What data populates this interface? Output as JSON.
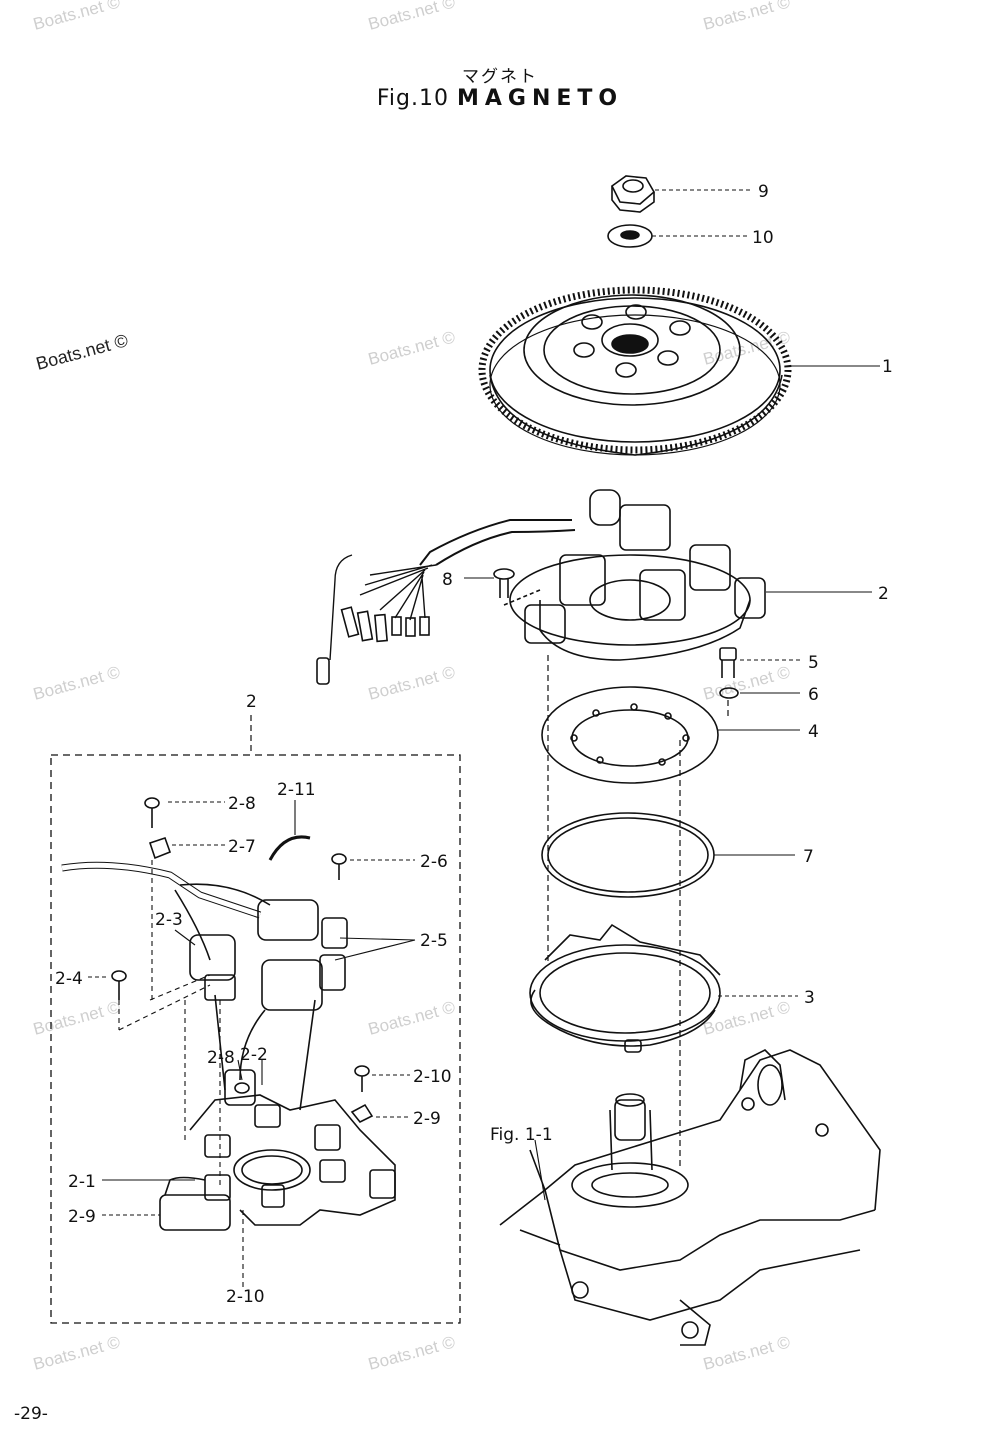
{
  "title_jp": "マグネト",
  "title_fig": "Fig.10",
  "title_name": "MAGNETO",
  "page_number": "-29-",
  "watermark": "Boats.net ©",
  "ref_fig": "Fig. 1-1",
  "callouts": [
    "9",
    "10",
    "1",
    "8",
    "2",
    "5",
    "6",
    "4",
    "7",
    "3",
    "2",
    "2-8",
    "2-11",
    "2-7",
    "2-6",
    "2-3",
    "2-5",
    "2-4",
    "2-8",
    "2-2",
    "2-10",
    "2-9",
    "2-1",
    "2-9",
    "2-10"
  ]
}
